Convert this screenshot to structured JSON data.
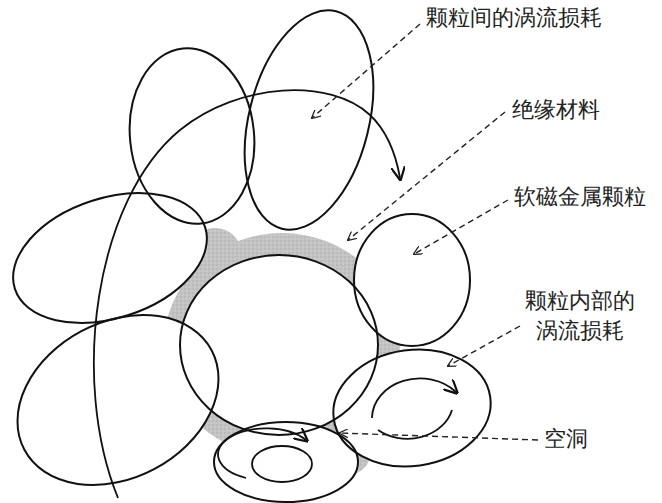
{
  "diagram": {
    "labels": [
      "颗粒间的涡流损耗",
      "绝缘材料",
      "软磁金属颗粒",
      "颗粒内部的涡流损耗",
      "空洞"
    ]
  }
}
